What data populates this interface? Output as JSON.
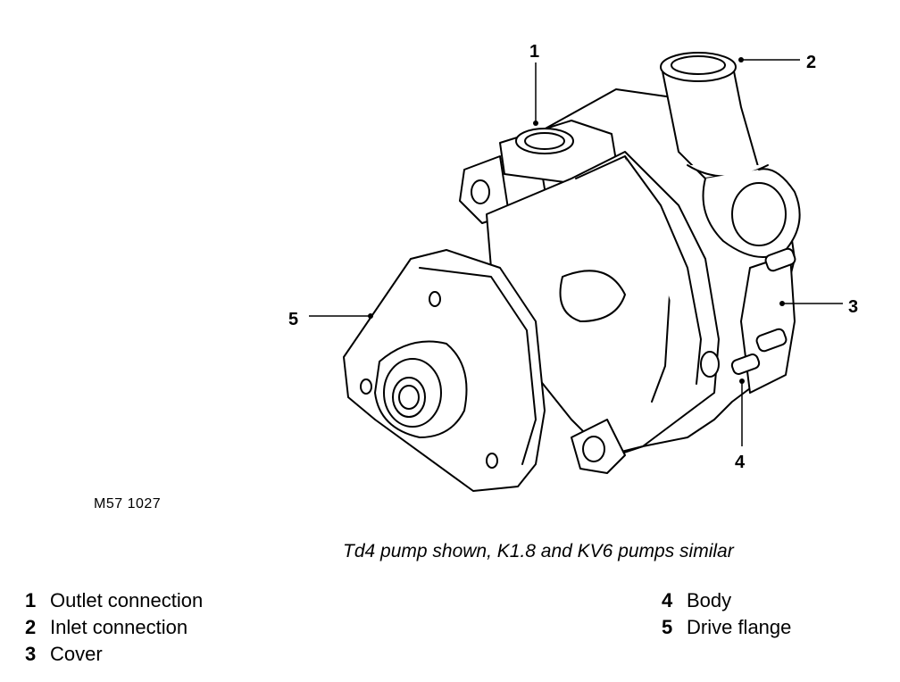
{
  "figure_id": "M57 1027",
  "caption": "Td4 pump shown, K1.8 and KV6 pumps similar",
  "callouts": {
    "c1": "1",
    "c2": "2",
    "c3": "3",
    "c4": "4",
    "c5": "5"
  },
  "legend_left": [
    {
      "num": "1",
      "label": "Outlet connection"
    },
    {
      "num": "2",
      "label": "Inlet connection"
    },
    {
      "num": "3",
      "label": "Cover"
    }
  ],
  "legend_right": [
    {
      "num": "4",
      "label": "Body"
    },
    {
      "num": "5",
      "label": "Drive flange"
    }
  ]
}
